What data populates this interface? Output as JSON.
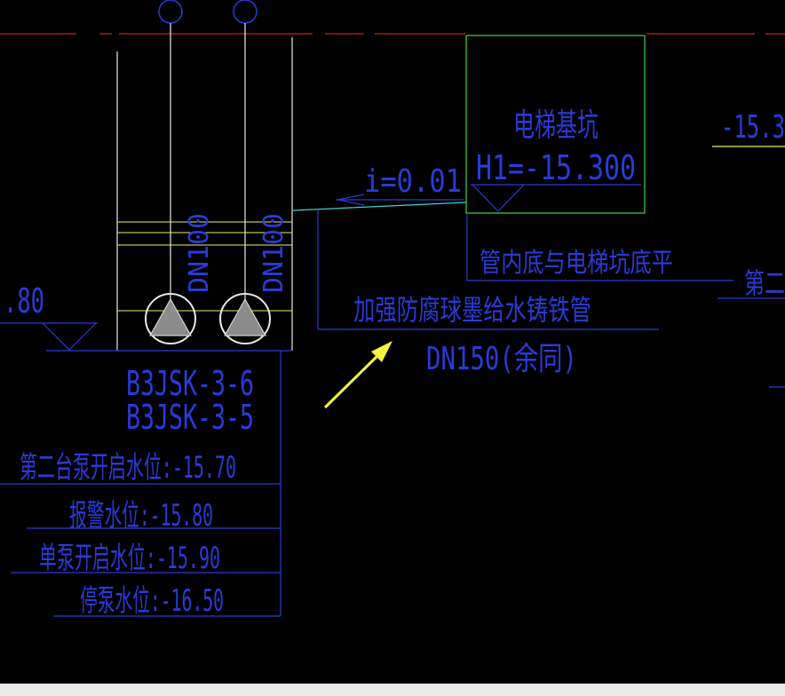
{
  "colors": {
    "background": "#000000",
    "annotation_blue": "#2a3bd6",
    "structure_green": "#3fd24a",
    "wall_white": "#e8e8e8",
    "level_yellow": "#e8f06a",
    "axis_red": "#d21a1a",
    "pump_gray": "#8c8c8c",
    "arrow_yellow": "#f5f542",
    "footer_gray": "#e9e9e9"
  },
  "drawing": {
    "pit": {
      "title": "电梯基坑",
      "elevation": "H1=-15.300"
    },
    "slope_label": "i=0.01",
    "pipe_note": "管内底与电梯坑底平",
    "pipe_material": "加强防腐球墨给水铸铁管",
    "pipe_size": "DN150(余同)",
    "pipes": [
      {
        "size": "DN100"
      },
      {
        "size": "DN100"
      }
    ],
    "pump_ids": [
      "B3JSK-3-6",
      "B3JSK-3-5"
    ],
    "levels": [
      {
        "label": "第二台泵开启水位:-15.70"
      },
      {
        "label": "报警水位:-15.80"
      },
      {
        "label": "单泵开启水位:-15.90"
      },
      {
        "label": "停泵水位:-16.50"
      }
    ],
    "left_elevation": ".80",
    "right_elevation": "-15.3",
    "right_partial": "第二"
  }
}
